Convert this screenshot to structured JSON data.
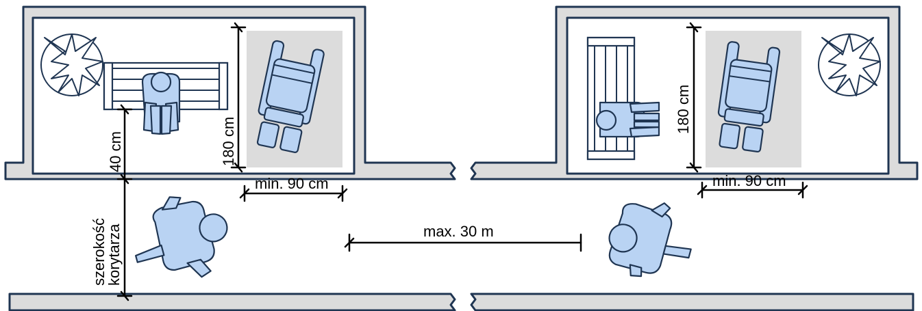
{
  "labels": {
    "left_depth": "180 cm",
    "left_width": "min. 90 cm",
    "bench_offset": "40 cm",
    "corridor_line1": "szerokość",
    "corridor_line2": "korytarza",
    "spacing": "max. 30 m",
    "right_depth": "180 cm",
    "right_width": "min. 90 cm"
  },
  "colors": {
    "wall_fill": "#dcdcdc",
    "outline": "#1f3552",
    "figure_fill": "#b9d3f3",
    "dimension": "#000000"
  },
  "icons": [
    "plant-icon",
    "bench-icon",
    "wheelchair-icon",
    "person-icon"
  ]
}
